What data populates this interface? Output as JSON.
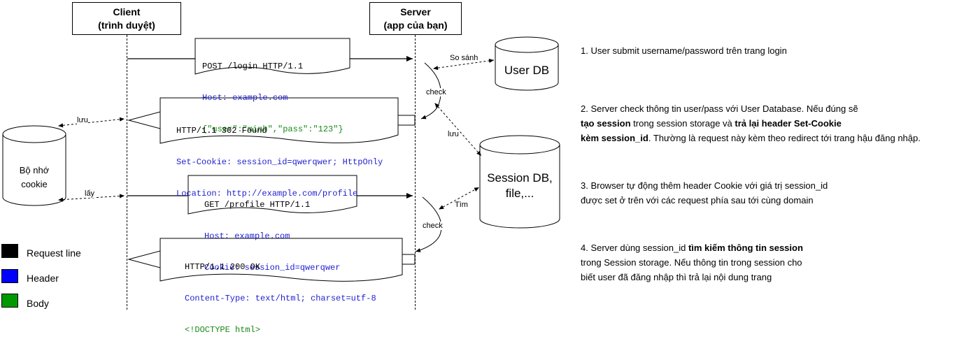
{
  "actors": {
    "client": {
      "line1": "Client",
      "line2": "(trình duyệt)"
    },
    "server": {
      "line1": "Server",
      "line2": "(app của bạn)"
    }
  },
  "databases": {
    "user_db": "User DB",
    "session_db": {
      "line1": "Session DB,",
      "line2": "file,..."
    },
    "cookie_store": {
      "line1": "Bộ nhớ",
      "line2": "cookie"
    }
  },
  "messages": {
    "login_request": {
      "request_line": "POST /login HTTP/1.1",
      "header": "Host: example.com",
      "body": "{\"user\":\"minh\",\"pass\":\"123\"}"
    },
    "redirect_response": {
      "status_line": "HTTP/1.1 302 Found",
      "header1": "Set-Cookie: session_id=qwerqwer; HttpOnly",
      "header2": "Location: http://example.com/profile"
    },
    "profile_request": {
      "request_line": "GET /profile HTTP/1.1",
      "header1": "Host: example.com",
      "header2": "Cookie: session_id=qwerqwer"
    },
    "ok_response": {
      "status_line": "HTTP/1.1 200 OK",
      "header": "Content-Type: text/html; charset=utf-8",
      "body": "<!DOCTYPE html>"
    }
  },
  "edge_labels": {
    "compare": "So sánh",
    "check1": "check",
    "save_session": "lưu",
    "save_cookie": "lưu",
    "get_cookie": "lấy",
    "find": "Tìm",
    "check2": "check"
  },
  "notes": {
    "step1": "1. User submit username/password trên trang login",
    "step2_line1": "2. Server check thông tin user/pass với User Database. Nếu đúng sẽ",
    "step2_line2_bold1": "tạo session",
    "step2_line2_plain": " trong session storage và ",
    "step2_line2_bold2": "trả lại header Set-Cookie",
    "step2_line3_bold": "kèm session_id",
    "step2_line3_plain": ". Thường là request này kèm theo redirect tới trang hậu đăng nhập.",
    "step3_line1": "3. Browser tự động thêm header Cookie với giá trị session_id",
    "step3_line2": "được set ở trên với các request phía sau tới cùng domain",
    "step4_line1_plain": "4. Server dùng session_id ",
    "step4_line1_bold": "tìm kiếm thông tin session",
    "step4_line2": "trong Session storage. Nếu thông tin trong session cho",
    "step4_line3": "biết user đã đăng nhập thì trả lại nội dung trang"
  },
  "legend": [
    {
      "label": "Request line",
      "color": "#000000"
    },
    {
      "label": "Header",
      "color": "#0000ff"
    },
    {
      "label": "Body",
      "color": "#009900"
    }
  ],
  "colors": {
    "request_line": "#000000",
    "header": "#1f1fd1",
    "body": "#1a8a1a"
  }
}
